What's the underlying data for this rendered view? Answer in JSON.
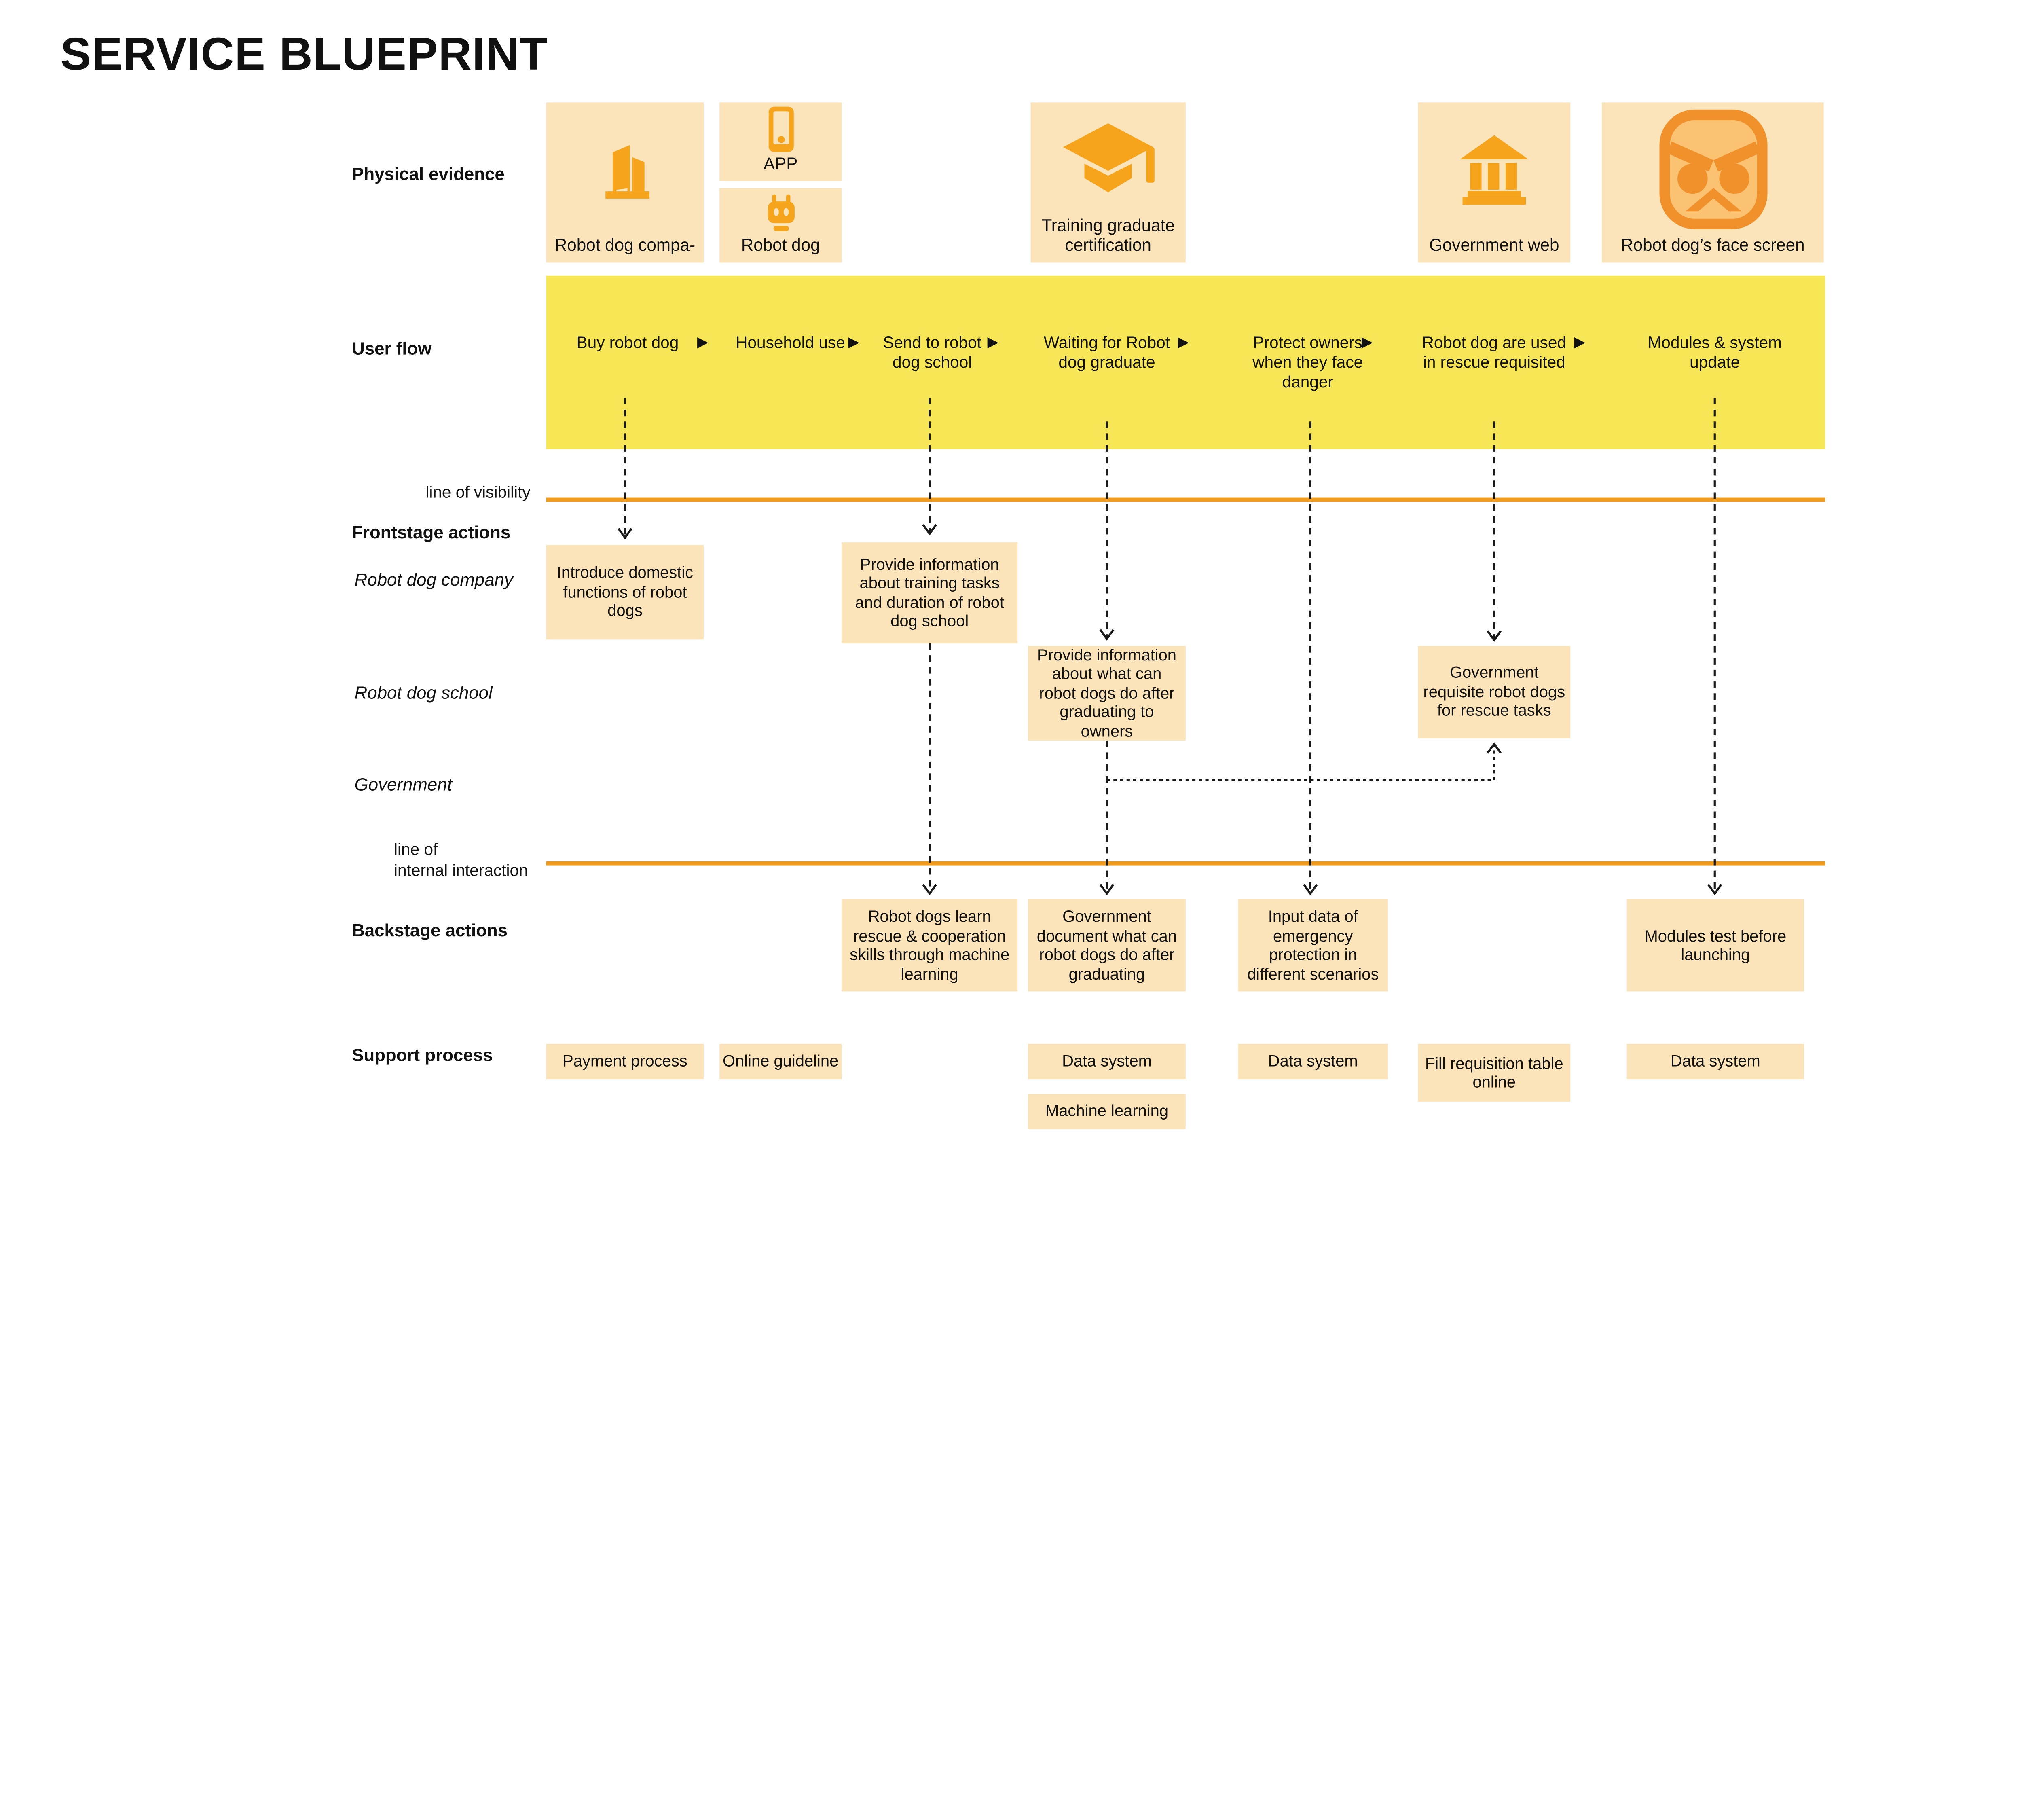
{
  "title": "SERVICE BLUEPRINT",
  "rows": {
    "physical_evidence": "Physical evidence",
    "user_flow": "User flow",
    "frontstage": "Frontstage actions",
    "backstage": "Backstage actions",
    "support": "Support process"
  },
  "lanes": {
    "company": "Robot dog company",
    "school": "Robot dog school",
    "government": "Government"
  },
  "lines": {
    "visibility": "line of visibility",
    "internal_1": "line of",
    "internal_2": "internal interaction"
  },
  "pe": {
    "items": [
      {
        "label": "Robot dog compa-",
        "icon": "building-icon"
      },
      {
        "label": "APP",
        "icon": "smartphone-icon"
      },
      {
        "label": "Robot dog",
        "icon": "robot-head-icon"
      },
      {
        "label": "Training graduate certification",
        "icon": "graduation-cap-icon"
      },
      {
        "label": "Government web",
        "icon": "bank-icon"
      },
      {
        "label": "Robot dog’s face screen",
        "icon": "angry-face-screen-icon"
      }
    ]
  },
  "flow": {
    "arrow": "▶",
    "steps": [
      "Buy robot dog",
      "Household use",
      "Send to robot dog school",
      "Waiting for Robot dog graduate",
      "Protect owners when they face danger",
      "Robot dog are used in rescue requisited",
      "Modules & system update"
    ]
  },
  "front": {
    "company": [
      "Introduce domestic functions of robot dogs",
      "Provide information about training tasks and duration of robot dog school"
    ],
    "school": [
      "Provide information about what can robot dogs do after graduating to owners",
      "Government requisite robot dogs for rescue tasks"
    ]
  },
  "back": {
    "boxes": [
      "Robot dogs learn rescue & cooperation skills through machine learning",
      "Government document what can robot dogs do after graduating",
      "Input data of emergency protection in different scenarios",
      "Modules test before launching"
    ]
  },
  "support": {
    "boxes": [
      "Payment process",
      "Online guideline",
      "Data system",
      "Data system",
      "Fill requisition table online",
      "Data system",
      "Machine learning"
    ]
  },
  "colors": {
    "peach": "#FBE3BA",
    "yellow": "#F7E656",
    "icon": "#F7A41D",
    "line": "#EF9B20",
    "face_border": "#F0912C",
    "face_fill": "#FBC272",
    "ink": "#111111"
  }
}
